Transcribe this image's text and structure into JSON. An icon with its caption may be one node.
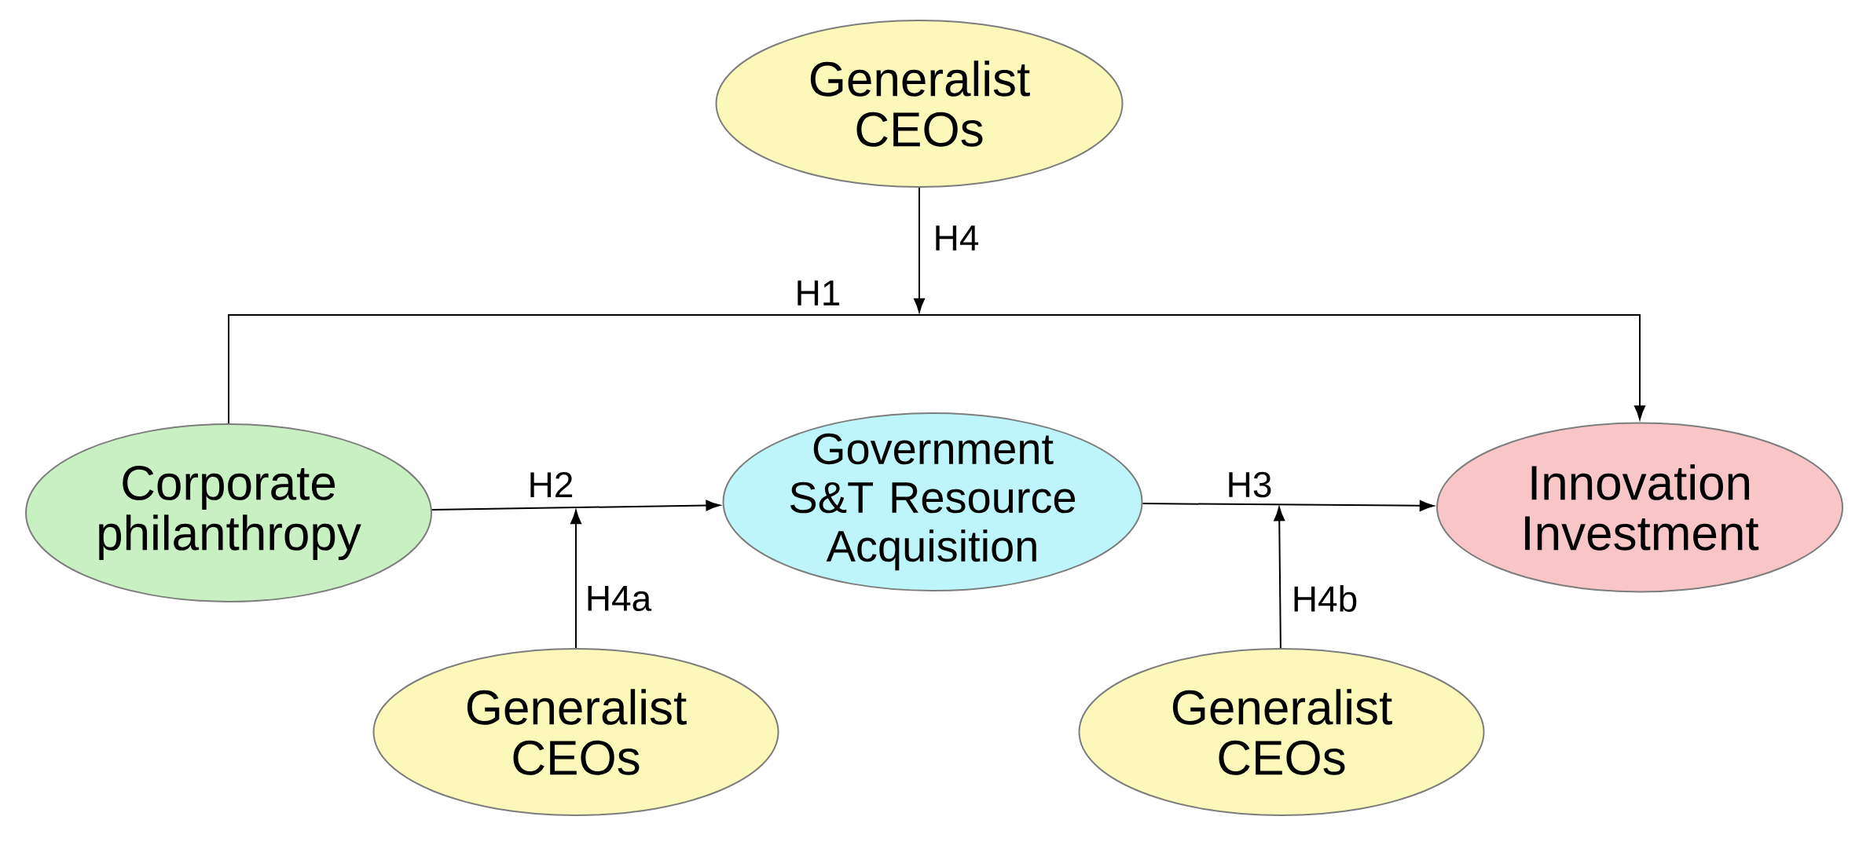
{
  "diagram": {
    "nodes": [
      {
        "text": [
          "Generalist CEOs"
        ]
      },
      {
        "text": [
          "Corporate philanthropy"
        ]
      },
      {
        "text": [
          "Government S&T Resource Acquisition"
        ]
      },
      {
        "text": [
          "Innovation Investment"
        ]
      },
      {
        "text": [
          "Generalist CEOs"
        ]
      },
      {
        "text": [
          "Generalist CEOs"
        ]
      }
    ],
    "edges": [
      {
        "from": 1,
        "to": 3,
        "arrow": "to",
        "label": "H1"
      },
      {
        "from": 0,
        "to": null,
        "arrow": "to",
        "label": "H4"
      },
      {
        "from": 1,
        "to": 2,
        "arrow": "to",
        "label": "H2"
      },
      {
        "from": 4,
        "to": null,
        "arrow": "to",
        "label": "H4a"
      },
      {
        "from": 2,
        "to": 3,
        "arrow": "to",
        "label": "H3"
      },
      {
        "from": 5,
        "to": null,
        "arrow": "to",
        "label": "H4b"
      }
    ]
  }
}
